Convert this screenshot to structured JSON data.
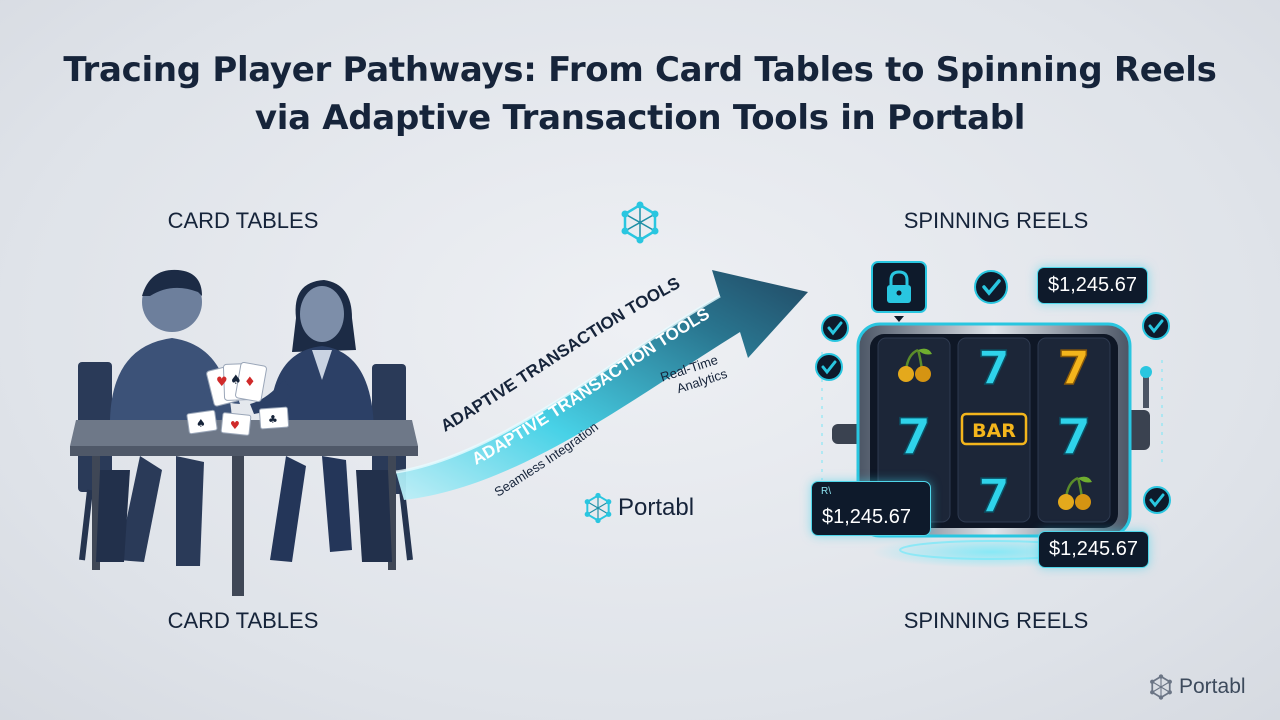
{
  "title_line1": "Tracing Player Pathways: From Card Tables to Spinning Reels",
  "title_line2": "via Adaptive Transaction Tools in Portabl",
  "labels": {
    "card_tables": "CARD TABLES",
    "spinning_reels": "SPINNING REELS"
  },
  "arrow": {
    "label_upper": "ADAPTIVE TRANSACTION TOOLS",
    "label_lower": "ADAPTIVE TRANSACTION TOOLS",
    "feature_integration": "Seamless Integration",
    "feature_analytics_1": "Real-Time",
    "feature_analytics_2": "Analytics"
  },
  "slot": {
    "bar_label": "BAR",
    "seven": "7",
    "amount_top": "$1,245.67",
    "amount_left": "$1,245.67",
    "amount_left_tag": "R\\",
    "amount_bottom": "$1,245.67"
  },
  "brand": {
    "name": "Portabl",
    "corner_name": "Portabl"
  },
  "colors": {
    "accent_cyan": "#29c6e0",
    "navy": "#16243a",
    "gold": "#f3b51c"
  },
  "icons": [
    "network-icon",
    "lock-icon",
    "check-icon",
    "cherry-icon"
  ]
}
